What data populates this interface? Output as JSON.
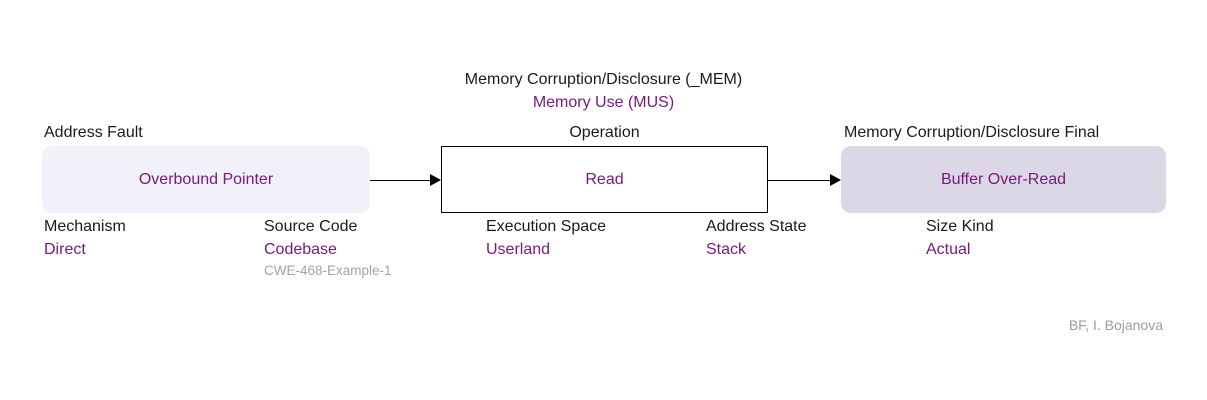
{
  "title": {
    "line1": "Memory Corruption/Disclosure (_MEM)",
    "line2": "Memory Use (MUS)"
  },
  "nodes": [
    {
      "label": "Address Fault",
      "value": "Overbound Pointer"
    },
    {
      "label": "Operation",
      "value": "Read"
    },
    {
      "label": "Memory Corruption/Disclosure Final",
      "value": "Buffer Over-Read"
    }
  ],
  "attributes": [
    {
      "name": "Mechanism",
      "value": "Direct"
    },
    {
      "name": "Source Code",
      "value": "Codebase",
      "note": "CWE-468-Example-1"
    },
    {
      "name": "Execution Space",
      "value": "Userland"
    },
    {
      "name": "Address State",
      "value": "Stack"
    },
    {
      "name": "Size Kind",
      "value": "Actual"
    }
  ],
  "credit": "BF, I. Bojanova",
  "colors": {
    "accent_purple": "#77197f",
    "cause_box_fill": "#f2f0f8",
    "consequence_box_fill": "#dbd7e6",
    "operation_box_border": "#000000",
    "text": "#1a1a1a",
    "muted_gray": "#a3a3a3"
  }
}
